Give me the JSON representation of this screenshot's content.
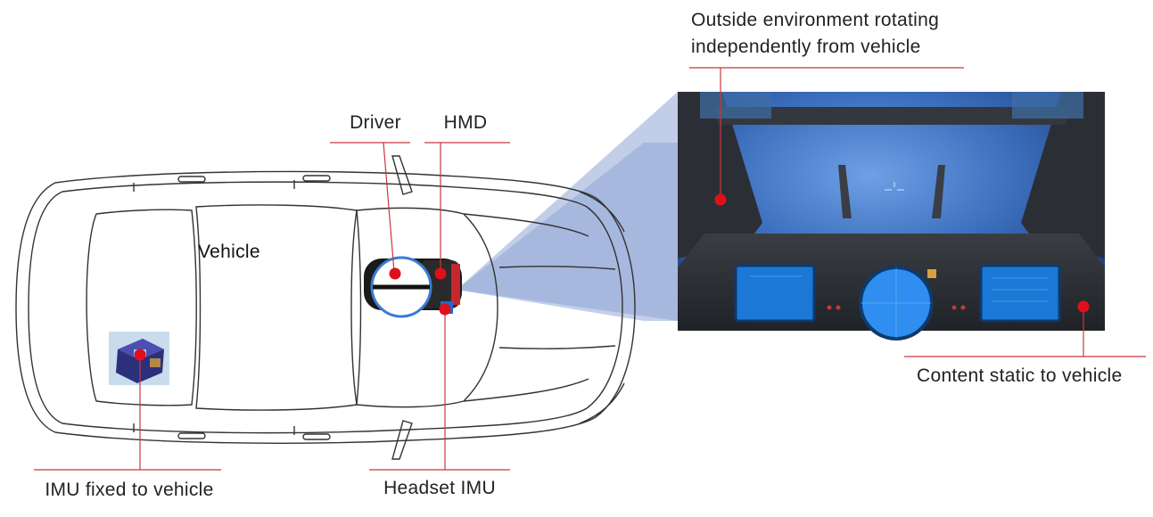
{
  "labels": {
    "vehicle": "Vehicle",
    "driver": "Driver",
    "hmd": "HMD",
    "imu_vehicle": "IMU fixed to vehicle",
    "headset_imu": "Headset IMU",
    "outside_env_line1": "Outside environment rotating",
    "outside_env_line2": "independently from vehicle",
    "content_static": "Content static to vehicle"
  },
  "colors": {
    "callout": "#e0101a",
    "frustum": "#8fa6d4",
    "line": "#c8383d"
  }
}
